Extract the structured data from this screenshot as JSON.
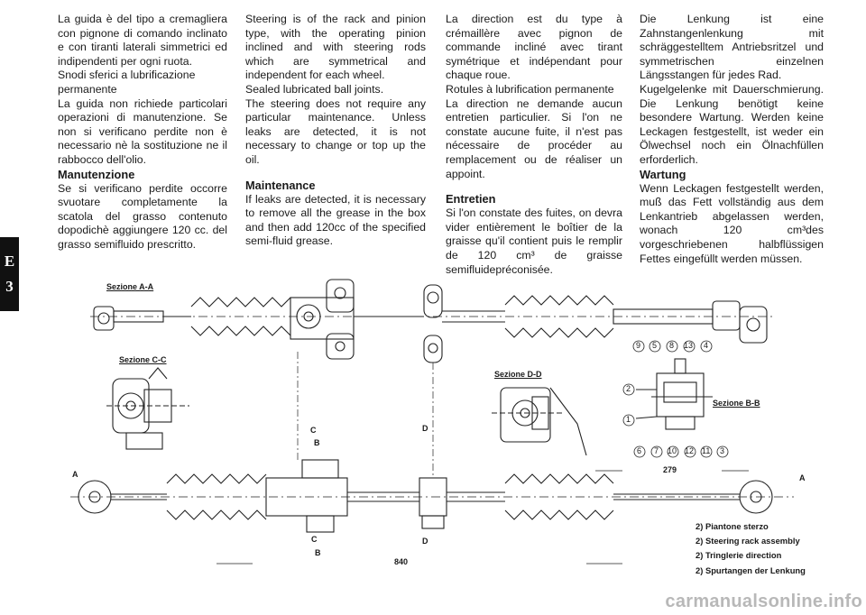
{
  "section_tab": {
    "letter": "E",
    "number": "3"
  },
  "columns": {
    "it": {
      "body": [
        "La guida è del tipo a cremagliera con pignone di comando inclinato e con tiranti laterali simmetrici ed indipendenti per ogni ruota.",
        "Snodi sferici a lubrificazione permanente",
        "La guida non richiede particolari operazioni di manutenzione. Se non si verificano perdite non è necessario nè la sostituzione ne il rabbocco dell'olio."
      ],
      "heading": "Manutenzione",
      "maint": "Se si verificano perdite occorre svuotare completamente la scatola del grasso contenuto dopodichè aggiungere 120 cc. del grasso semifluido prescritto."
    },
    "en": {
      "body": [
        "Steering is of the rack and pinion type, with the operating pinion inclined and with steering rods which are symmetrical and independent for each wheel.",
        "Sealed lubricated ball joints.",
        "The steering does not require any particular maintenance. Unless leaks are detected, it is not necessary to change or top up the oil."
      ],
      "heading": "Maintenance",
      "maint": "If leaks are detected, it is necessary to remove all the grease in the box and then add 120cc of the specified semi-fluid grease."
    },
    "fr": {
      "body": [
        "La direction est du type à crémaillère avec pignon de commande incliné avec tirant symétrique et indépendant pour chaque roue.",
        "Rotules à lubrification permanente",
        "La direction ne demande aucun entretien particulier. Si l'on ne constate aucune fuite, il n'est pas nécessaire de procéder au remplacement ou de réaliser un appoint."
      ],
      "heading": "Entretien",
      "maint": "Si l'on constate des fuites, on devra vider entièrement le boîtier de la graisse qu'il contient puis le remplir de 120 cm³ de graisse semifluidepréconisée."
    },
    "de": {
      "body": [
        "Die Lenkung ist eine Zahnstangenlenkung mit schräggestelltem Antriebsritzel und symmetrischen einzelnen Längsstangen für jedes Rad.",
        "Kugelgelenke mit Dauerschmierung. Die Lenkung benötigt keine besondere Wartung. Werden keine Leckagen festgestellt, ist weder ein Ölwechsel noch ein Ölnachfüllen erforderlich."
      ],
      "heading": "Wartung",
      "maint": "Wenn Leckagen festgestellt werden, muß das Fett vollständig aus dem Lenkantrieb abgelassen werden, wonach 120 cm³des vorgeschriebenen halbflüssigen Fettes eingefüllt werden müssen."
    }
  },
  "figure": {
    "section_labels": {
      "aa": "Sezione A-A",
      "cc": "Sezione C-C",
      "dd": "Sezione D-D",
      "bb": "Sezione B-B"
    },
    "cut_labels": {
      "a_left": "A",
      "a_right": "A",
      "b": "B",
      "b_bottom": "B",
      "c": "C",
      "c_bottom": "C",
      "d": "D",
      "d_bottom": "D"
    },
    "callouts_top": [
      "9",
      "5",
      "8",
      "13",
      "4"
    ],
    "callouts_side": [
      "2",
      "1"
    ],
    "callouts_bottom": [
      "6",
      "7",
      "10",
      "12",
      "11",
      "3"
    ],
    "dim_279": "279",
    "dim_840": "840",
    "legend": [
      "2) Piantone sterzo",
      "2) Steering rack assembly",
      "2) Tringlerie direction",
      "2) Spurtangen der Lenkung"
    ]
  },
  "watermark": "carmanualsonline.info"
}
